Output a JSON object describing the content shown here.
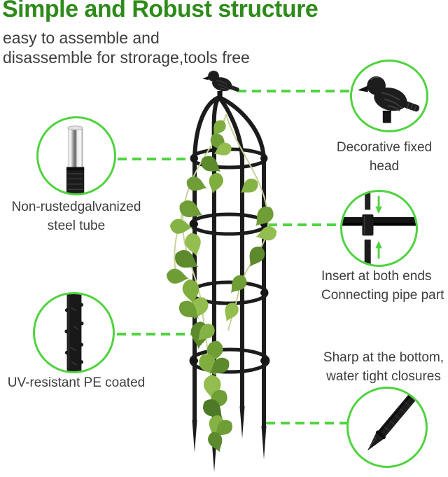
{
  "header": {
    "title": "Simple and Robust structure",
    "subtitle_lines": [
      "easy to assemble and",
      "disassemble for strorage,tools free"
    ]
  },
  "callouts": {
    "steel_tube": {
      "icon": "steel-tube-icon",
      "lines": [
        "Non-rustedgalvanized",
        "steel tube"
      ]
    },
    "bird_finial": {
      "icon": "bird-finial-icon",
      "lines": [
        "Decorative fixed head"
      ]
    },
    "connector": {
      "icon": "cross-connector-icon",
      "lines": [
        "Insert at both ends",
        "Connecting pipe part"
      ]
    },
    "pe_tube": {
      "icon": "pe-coated-tube-icon",
      "lines": [
        "UV-resistant PE coated"
      ]
    },
    "ground_spike": {
      "icon": "ground-spike-icon",
      "lines": [
        "Sharp at the bottom,",
        "water tight closures"
      ]
    }
  },
  "colors": {
    "title_green": "#2e8b1a",
    "accent_green": "#4fd33f",
    "text_dark": "#3d3d3d",
    "product_black": "#1c1c1c",
    "leaf_green": "#6f9d36",
    "steel_silver": "#d9d9d9",
    "background": "#ffffff"
  }
}
